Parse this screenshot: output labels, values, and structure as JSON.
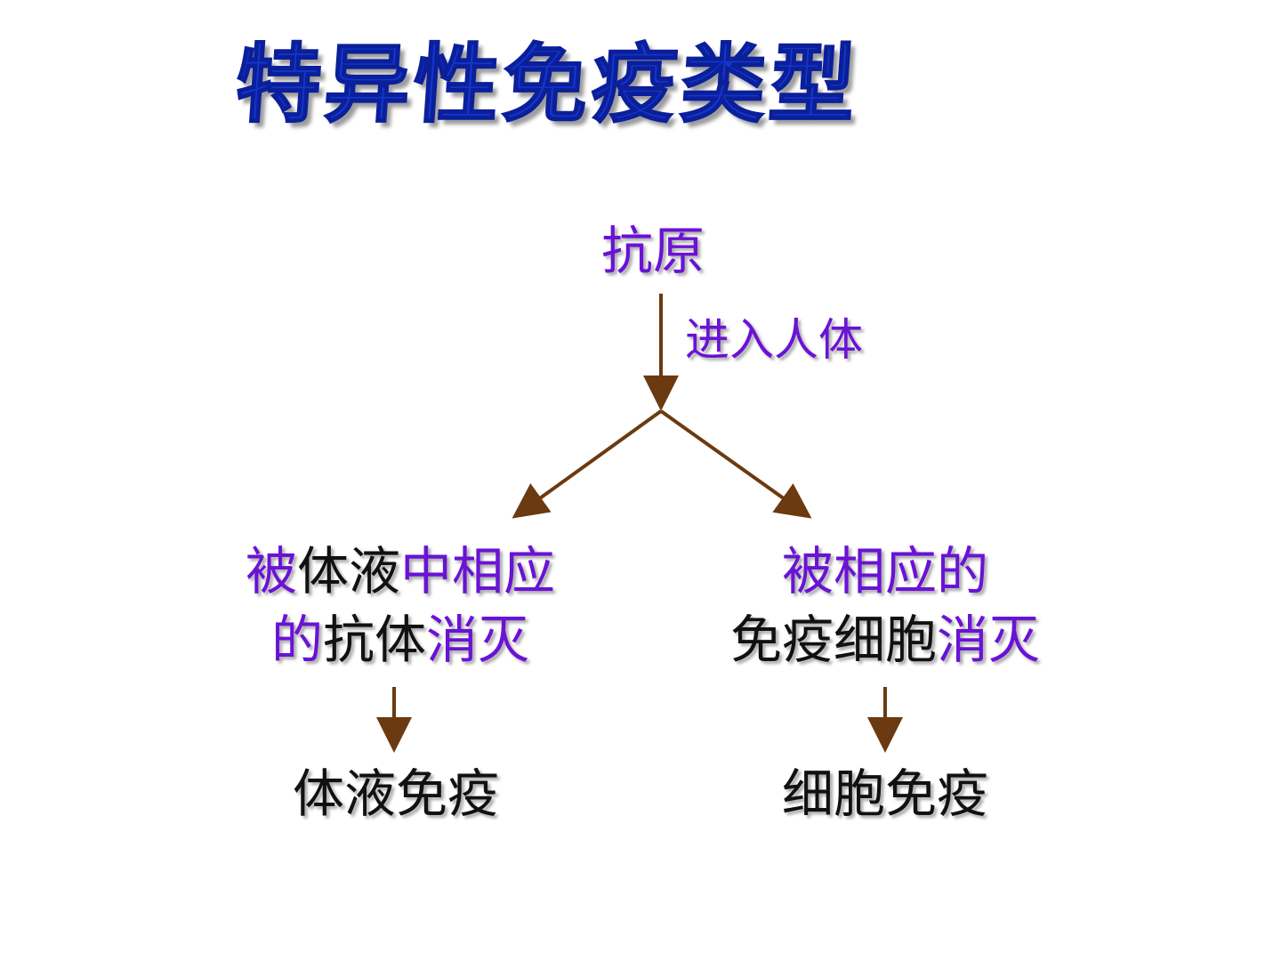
{
  "title": "特异性免疫类型",
  "colors": {
    "title": "#1436c8",
    "purple_text": "#6a12d6",
    "black_text": "#111111",
    "arrow": "#6b3a10"
  },
  "diagram": {
    "root": "抗原",
    "entry_label": "进入人体",
    "left_branch": {
      "line1": [
        "被",
        "体液",
        "中相应"
      ],
      "line2": [
        "的",
        "抗体",
        "消灭"
      ],
      "result": "体液免疫"
    },
    "right_branch": {
      "line1": [
        "被相应的"
      ],
      "line2": [
        "免疫细胞",
        "消灭"
      ],
      "result": "细胞免疫"
    }
  }
}
